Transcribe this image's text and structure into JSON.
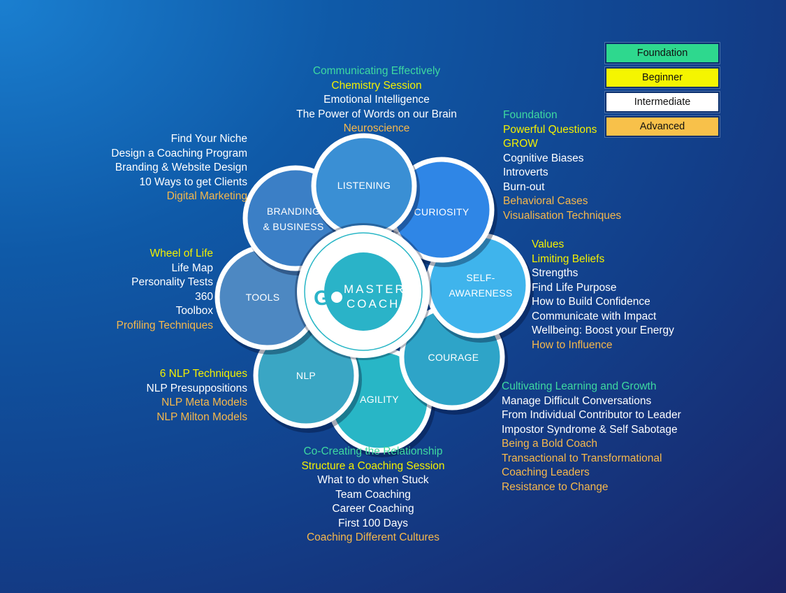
{
  "legend": [
    {
      "label": "Foundation",
      "color": "#2ed88e"
    },
    {
      "label": "Beginner",
      "color": "#f5f500"
    },
    {
      "label": "Intermediate",
      "color": "#ffffff"
    },
    {
      "label": "Advanced",
      "color": "#f8c14a"
    }
  ],
  "petals": [
    {
      "lines": [
        "LISTENING"
      ],
      "color": "#3a8fd4"
    },
    {
      "lines": [
        "CURIOSITY"
      ],
      "color": "#2f86e6"
    },
    {
      "lines": [
        "SELF-",
        "AWARENESS"
      ],
      "color": "#3fb4ec"
    },
    {
      "lines": [
        "COURAGE"
      ],
      "color": "#2ea4c8"
    },
    {
      "lines": [
        "AGILITY"
      ],
      "color": "#28b6c6"
    },
    {
      "lines": [
        "NLP"
      ],
      "color": "#3aa6c4"
    },
    {
      "lines": [
        "TOOLS"
      ],
      "color": "#4d88c2"
    },
    {
      "lines": [
        "BRANDING",
        "& BUSINESS"
      ],
      "color": "#3b7fc6"
    }
  ],
  "logo": {
    "go": "G",
    "line1": "MASTER",
    "line2": "COACH"
  },
  "groups": {
    "listening": [
      {
        "text": "Communicating Effectively",
        "level": "foundation"
      },
      {
        "text": "Chemistry Session",
        "level": "beginner"
      },
      {
        "text": "Emotional Intelligence",
        "level": "intermediate"
      },
      {
        "text": "The Power of Words on our Brain",
        "level": "intermediate"
      },
      {
        "text": "Neuroscience",
        "level": "advanced"
      }
    ],
    "curiosity": [
      {
        "text": "Foundation",
        "level": "foundation"
      },
      {
        "text": "Powerful Questions",
        "level": "beginner"
      },
      {
        "text": "GROW",
        "level": "beginner"
      },
      {
        "text": "Cognitive Biases",
        "level": "intermediate"
      },
      {
        "text": "Introverts",
        "level": "intermediate"
      },
      {
        "text": "Burn-out",
        "level": "intermediate"
      },
      {
        "text": "Behavioral Cases",
        "level": "advanced"
      },
      {
        "text": "Visualisation Techniques",
        "level": "advanced"
      }
    ],
    "self_awareness": [
      {
        "text": "Values",
        "level": "beginner"
      },
      {
        "text": "Limiting Beliefs",
        "level": "beginner"
      },
      {
        "text": "Strengths",
        "level": "intermediate"
      },
      {
        "text": "Find Life Purpose",
        "level": "intermediate"
      },
      {
        "text": "How to Build Confidence",
        "level": "intermediate"
      },
      {
        "text": "Communicate with Impact",
        "level": "intermediate"
      },
      {
        "text": "Wellbeing: Boost your Energy",
        "level": "intermediate"
      },
      {
        "text": "How to Influence",
        "level": "advanced"
      }
    ],
    "courage": [
      {
        "text": "Cultivating Learning and Growth",
        "level": "foundation"
      },
      {
        "text": "Manage Difficult Conversations",
        "level": "intermediate"
      },
      {
        "text": "From Individual Contributor to Leader",
        "level": "intermediate"
      },
      {
        "text": "Impostor Syndrome & Self Sabotage",
        "level": "intermediate"
      },
      {
        "text": "Being a Bold Coach",
        "level": "advanced"
      },
      {
        "text": "Transactional to Transformational",
        "level": "advanced"
      },
      {
        "text": "Coaching Leaders",
        "level": "advanced"
      },
      {
        "text": "Resistance to Change",
        "level": "advanced"
      }
    ],
    "agility": [
      {
        "text": "Co-Creating the Relationship",
        "level": "foundation"
      },
      {
        "text": "Structure a Coaching Session",
        "level": "beginner"
      },
      {
        "text": "What to do when Stuck",
        "level": "intermediate"
      },
      {
        "text": "Team Coaching",
        "level": "intermediate"
      },
      {
        "text": "Career Coaching",
        "level": "intermediate"
      },
      {
        "text": "First 100 Days",
        "level": "intermediate"
      },
      {
        "text": "Coaching Different Cultures",
        "level": "advanced"
      }
    ],
    "nlp": [
      {
        "text": "6 NLP Techniques",
        "level": "beginner"
      },
      {
        "text": "NLP Presuppositions",
        "level": "intermediate"
      },
      {
        "text": "NLP Meta Models",
        "level": "advanced"
      },
      {
        "text": "NLP Milton Models",
        "level": "advanced"
      }
    ],
    "tools": [
      {
        "text": "Wheel of Life",
        "level": "beginner"
      },
      {
        "text": "Life Map",
        "level": "intermediate"
      },
      {
        "text": "Personality Tests",
        "level": "intermediate"
      },
      {
        "text": "360",
        "level": "intermediate"
      },
      {
        "text": "Toolbox",
        "level": "intermediate"
      },
      {
        "text": "Profiling Techniques",
        "level": "advanced"
      }
    ],
    "branding": [
      {
        "text": "Find Your Niche",
        "level": "intermediate"
      },
      {
        "text": "Design a Coaching Program",
        "level": "intermediate"
      },
      {
        "text": "Branding & Website Design",
        "level": "intermediate"
      },
      {
        "text": "10 Ways to get Clients",
        "level": "intermediate"
      },
      {
        "text": "Digital Marketing",
        "level": "advanced"
      }
    ]
  }
}
